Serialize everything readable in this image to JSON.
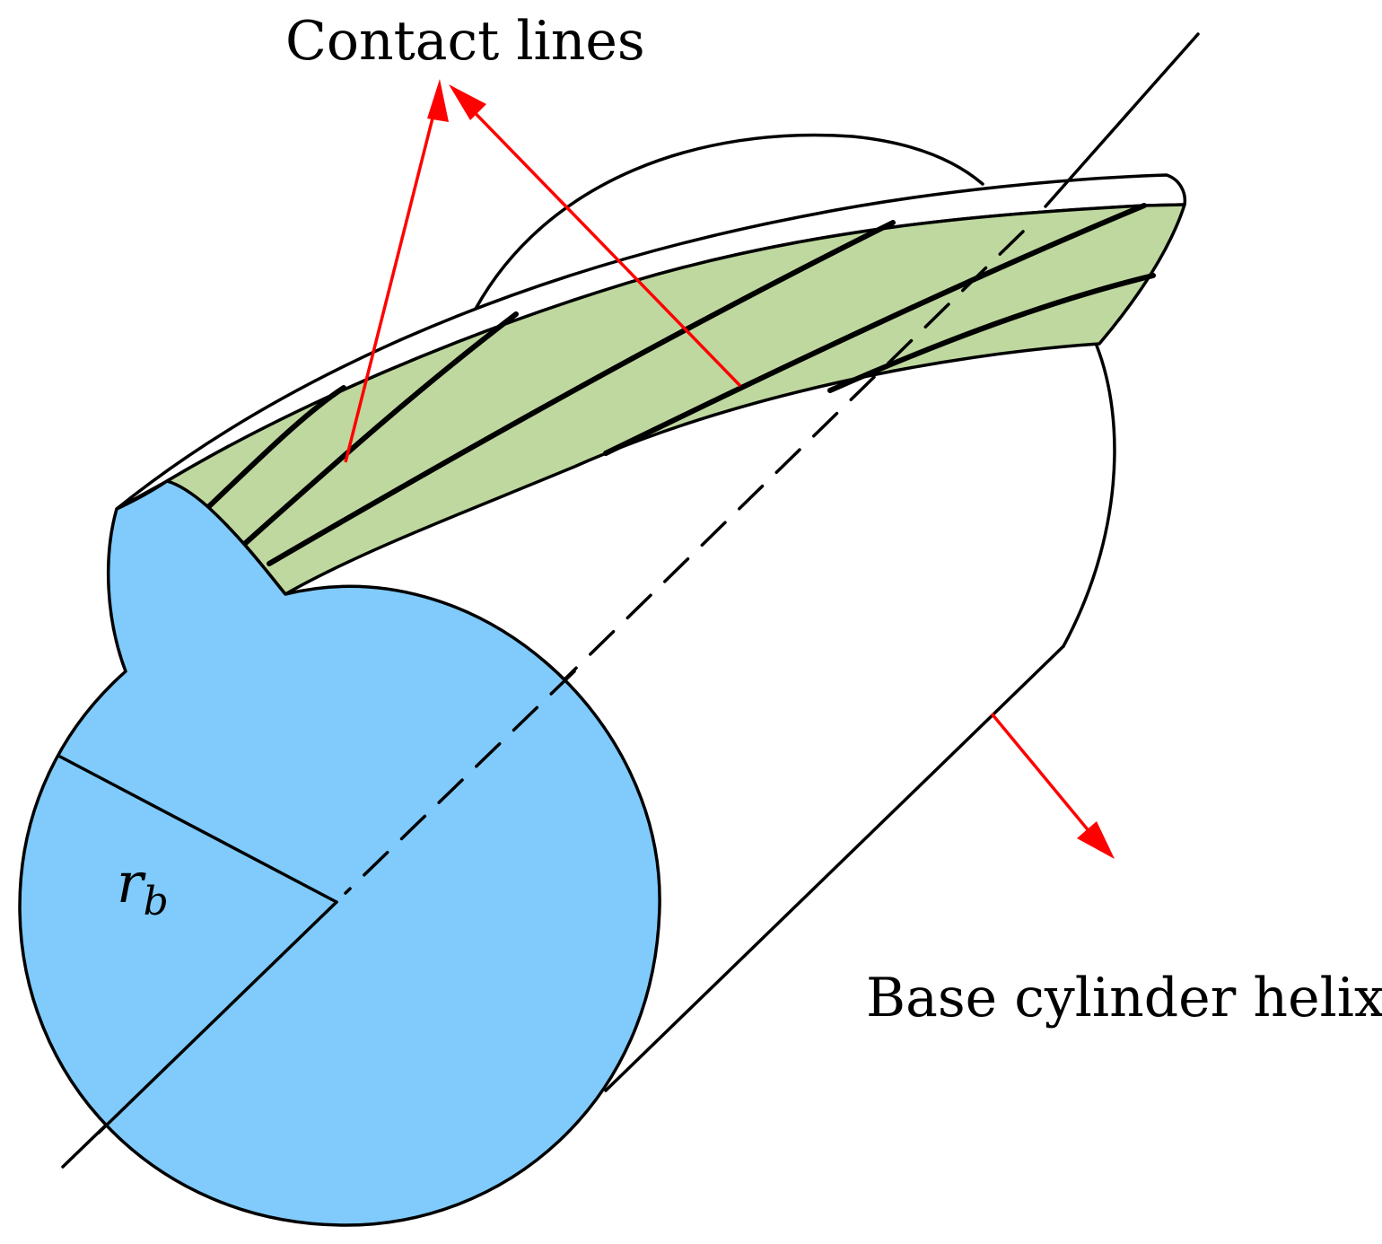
{
  "labels": {
    "contact_lines": "Contact lines",
    "base_cylinder_helix": "Base cylinder helix",
    "radius_symbol": "r",
    "radius_subscript": "b"
  },
  "colors": {
    "base_circle_fill": "#80CBFC",
    "tooth_flank_fill": "#BFD89F",
    "arrow": "#FF0000",
    "outline": "#000000"
  }
}
